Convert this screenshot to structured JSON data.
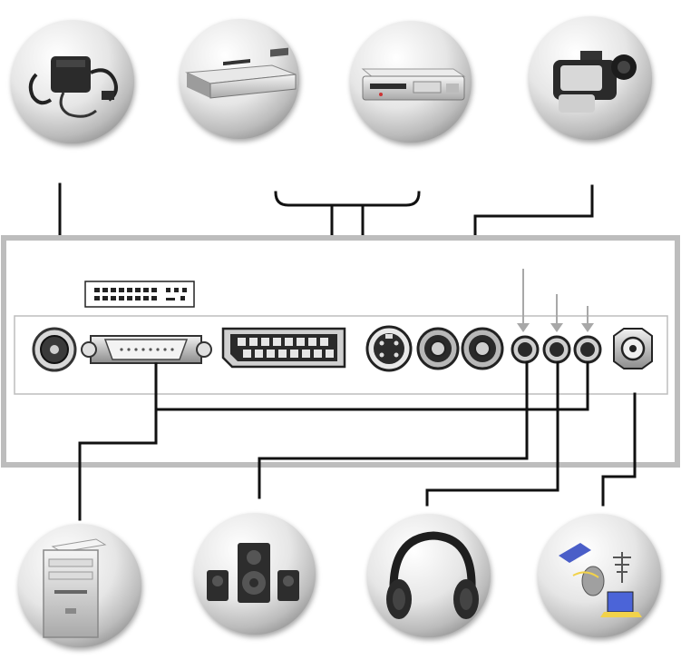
{
  "title": "",
  "devices_top": [
    {
      "name": "power-adapter",
      "icon": "power-adapter-icon"
    },
    {
      "name": "dvd-player",
      "icon": "dvd-player-icon"
    },
    {
      "name": "vcr",
      "icon": "vcr-icon"
    },
    {
      "name": "camcorder",
      "icon": "camcorder-icon"
    }
  ],
  "devices_bottom": [
    {
      "name": "pc-tower",
      "icon": "pc-tower-icon"
    },
    {
      "name": "speakers",
      "icon": "speakers-icon"
    },
    {
      "name": "headphones",
      "icon": "headphones-icon"
    },
    {
      "name": "satellite-antenna",
      "icon": "satellite-antenna-icon"
    }
  ],
  "ports": [
    {
      "name": "dc-power-jack",
      "icon": "dc-jack-icon"
    },
    {
      "name": "vga-port",
      "icon": "vga-port-icon"
    },
    {
      "name": "scart-port",
      "icon": "scart-port-icon"
    },
    {
      "name": "s-video-port",
      "icon": "s-video-port-icon"
    },
    {
      "name": "composite-video-jack",
      "icon": "rca-jack-icon"
    },
    {
      "name": "audio-rca-jack",
      "icon": "rca-jack-icon"
    },
    {
      "name": "audio-in-jack",
      "icon": "mini-jack-icon"
    },
    {
      "name": "headphone-jack",
      "icon": "mini-jack-icon"
    },
    {
      "name": "audio-out-jack",
      "icon": "mini-jack-icon"
    },
    {
      "name": "antenna-connector",
      "icon": "coax-connector-icon"
    }
  ],
  "colors": {
    "panel_frame": "#bdbdbd",
    "wire": "#111111",
    "arrow": "#a8a8a8",
    "ball_highlight": "#ffffff",
    "ball_shadow": "#9a9a9a"
  }
}
